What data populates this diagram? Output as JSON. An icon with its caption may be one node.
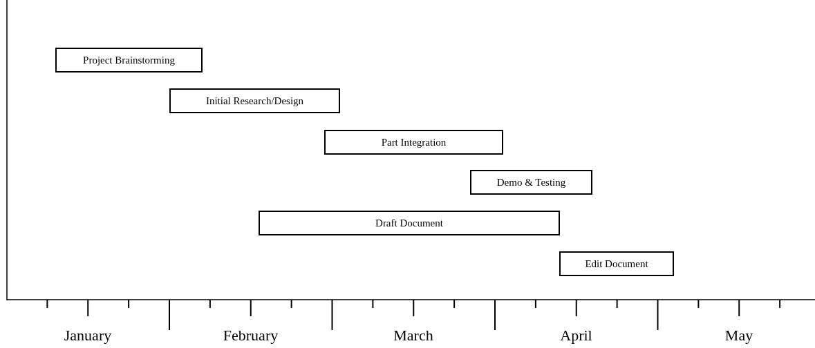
{
  "diagram": {
    "nodes": [
      {
        "text": [
          "Project Brainstorming"
        ]
      },
      {
        "text": [
          "Initial Research/Design"
        ]
      },
      {
        "text": [
          "Part Integration"
        ]
      },
      {
        "text": [
          "Demo & Testing"
        ]
      },
      {
        "text": [
          "Draft Document"
        ]
      },
      {
        "text": [
          "Edit Document"
        ]
      }
    ],
    "labels": [
      "January",
      "February",
      "March",
      "April",
      "May"
    ]
  }
}
